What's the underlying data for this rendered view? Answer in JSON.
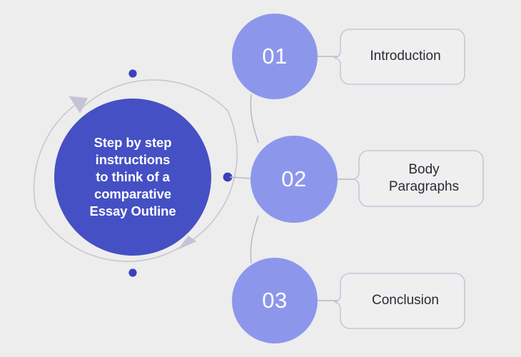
{
  "diagram": {
    "title": "Step by step instructions to think of a comparative Essay Outline",
    "background_color": "#ededed",
    "hub": {
      "text": "Step by step\ninstructions\nto think of a\ncomparative\nEssay Outline",
      "fill_color": "#4550c4",
      "text_color": "#ffffff"
    },
    "ring": {
      "stroke_color": "#c9c6d6",
      "arrow_color": "#c6c2d6",
      "dot_color": "#3b41b8",
      "dot_count": 3,
      "arrow_count": 2
    },
    "connector": {
      "stroke_color": "#b9b5c9"
    },
    "steps": [
      {
        "number": "01",
        "label": "Introduction",
        "circle_color": "#8c97ec",
        "number_color": "#ffffff",
        "box_border_color": "#c8c5d8",
        "box_fill_color": "#efeff0",
        "label_color": "#2b2b33"
      },
      {
        "number": "02",
        "label": "Body\nParagraphs",
        "circle_color": "#8c97ec",
        "number_color": "#ffffff",
        "box_border_color": "#c8c5d8",
        "box_fill_color": "#efeff0",
        "label_color": "#2b2b33"
      },
      {
        "number": "03",
        "label": "Conclusion",
        "circle_color": "#8c97ec",
        "number_color": "#ffffff",
        "box_border_color": "#c8c5d8",
        "box_fill_color": "#efeff0",
        "label_color": "#2b2b33"
      }
    ]
  }
}
